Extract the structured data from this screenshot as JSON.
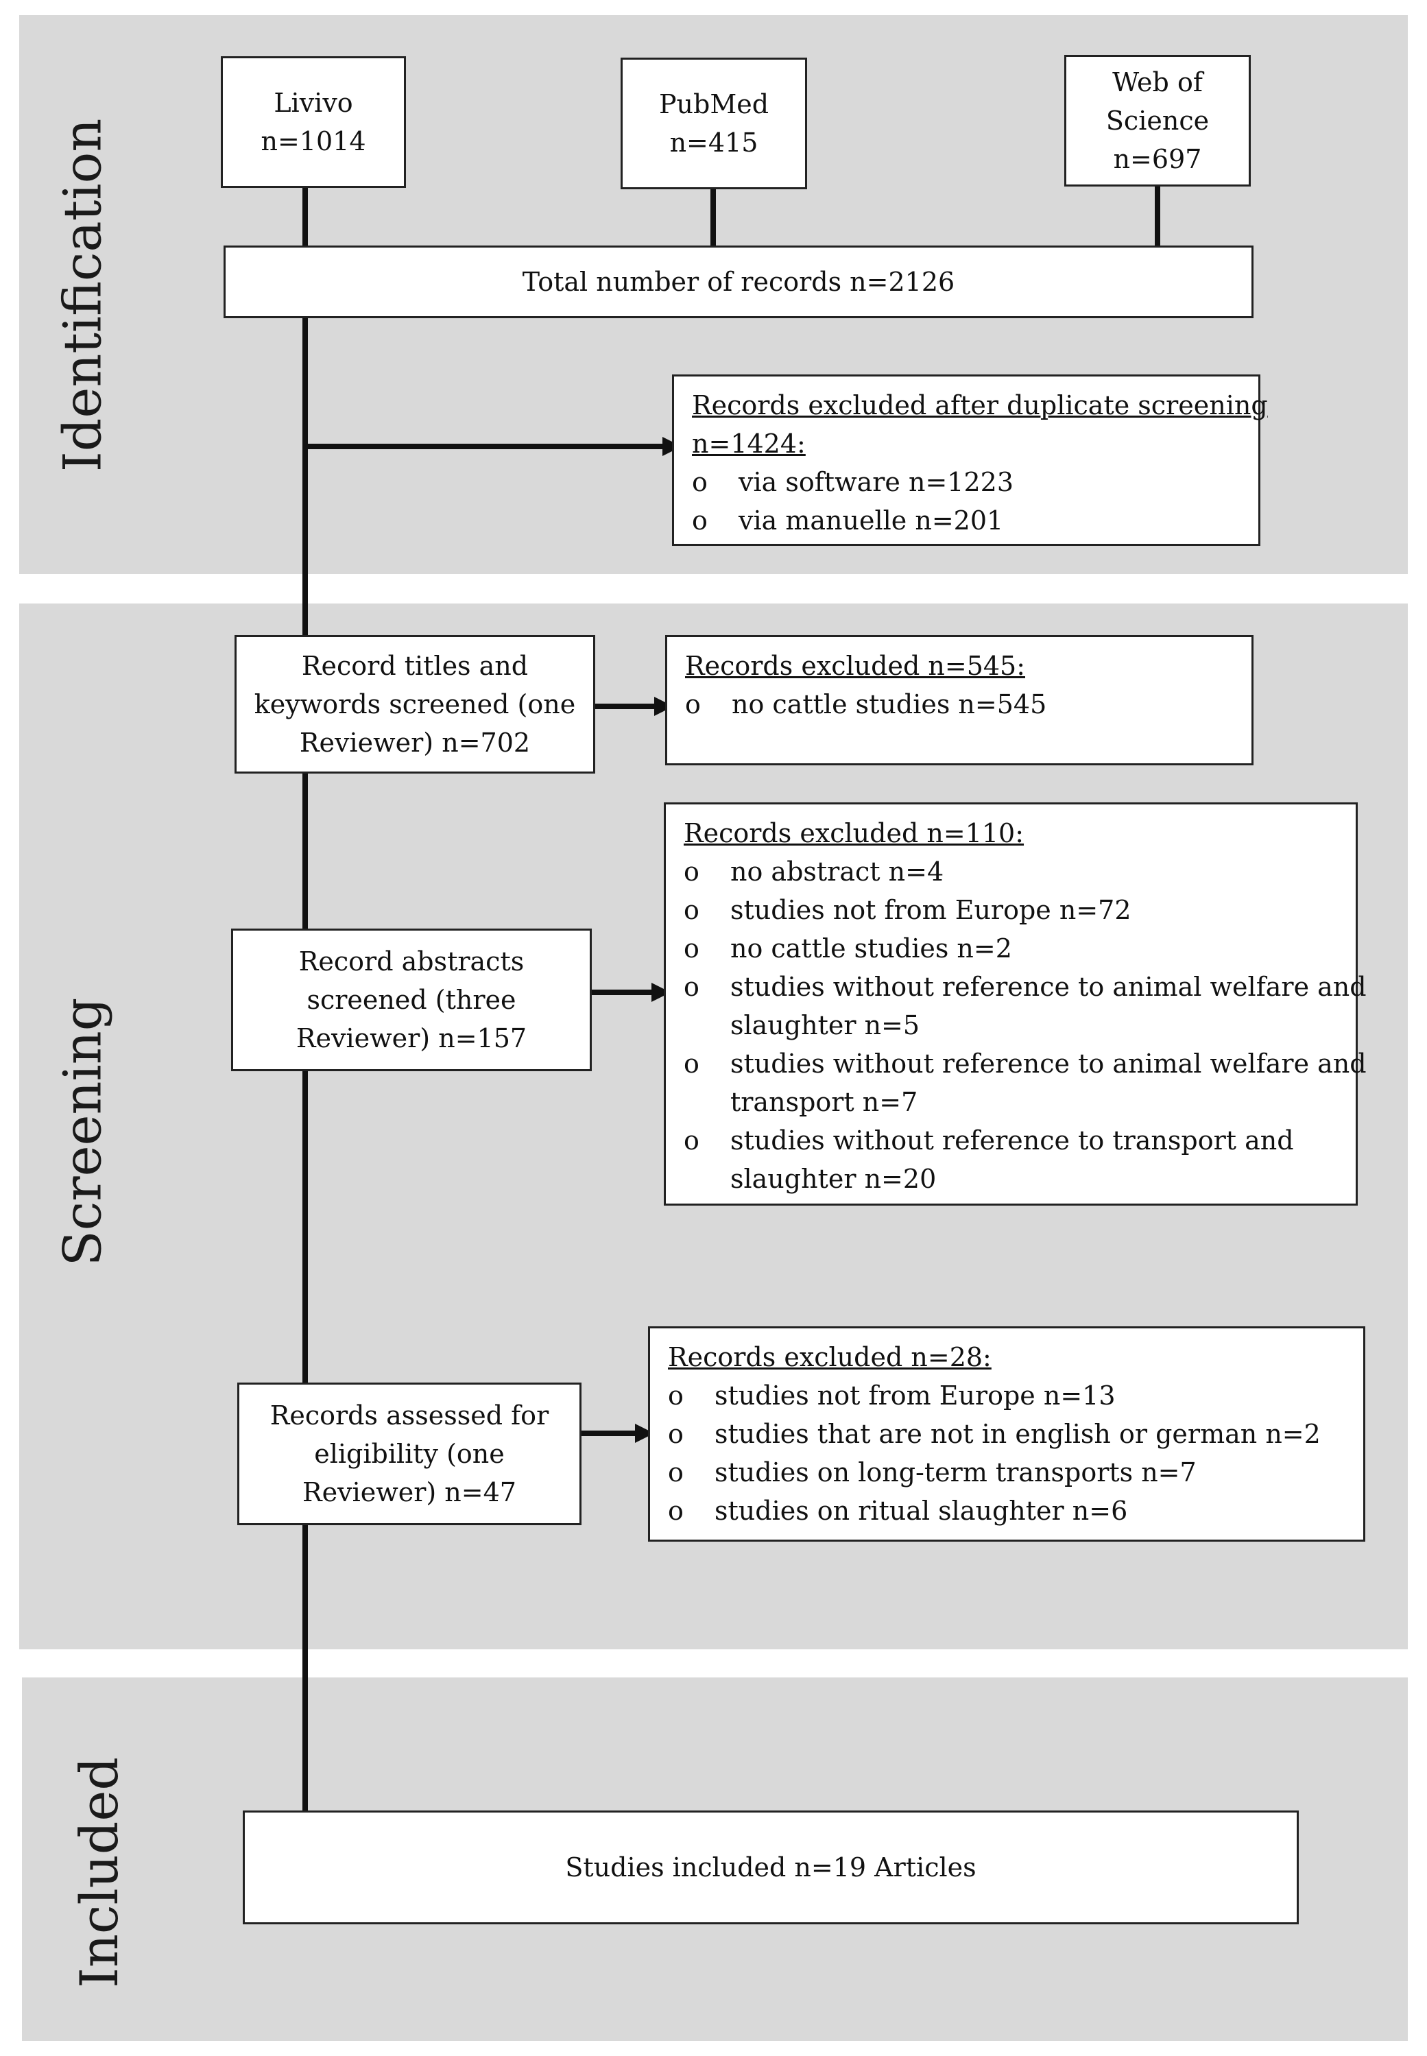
{
  "stages": {
    "identification": "Identification",
    "screening": "Screening",
    "included": "Included"
  },
  "sources": [
    {
      "name": "Livivo",
      "count": "n=1014"
    },
    {
      "name": "PubMed",
      "count": "n=415"
    },
    {
      "name": "Web of",
      "name2": "Science",
      "count": "n=697"
    }
  ],
  "total": "Total number of records n=2126",
  "duplicates": {
    "head1": "Records excluded after duplicate screening",
    "head2": "n=1424:",
    "items": [
      "via software n=1223",
      "via manuelle n=201"
    ]
  },
  "titles_screen": {
    "lines": [
      "Record titles and",
      "keywords screened (one",
      "Reviewer) n=702"
    ]
  },
  "titles_excl": {
    "head": "Records excluded n=545:",
    "items": [
      "no cattle studies n=545"
    ]
  },
  "abstract_screen": {
    "lines": [
      "Record abstracts",
      "screened (three",
      "Reviewer) n=157"
    ]
  },
  "abstract_excl": {
    "head": "Records excluded n=110:",
    "items": [
      {
        "l1": "no abstract n=4"
      },
      {
        "l1": "studies not from Europe n=72"
      },
      {
        "l1": "no cattle studies n=2"
      },
      {
        "l1": "studies without reference to animal welfare and",
        "l2": "slaughter n=5"
      },
      {
        "l1": "studies without reference to animal welfare and",
        "l2": "transport n=7"
      },
      {
        "l1": "studies without reference to transport and",
        "l2": "slaughter n=20"
      }
    ]
  },
  "eligibility": {
    "lines": [
      "Records assessed for",
      "eligibility (one",
      "Reviewer) n=47"
    ]
  },
  "eligibility_excl": {
    "head": "Records excluded n=28:",
    "items": [
      "studies not from Europe n=13",
      "studies that are not in english or german n=2",
      "studies on long-term transports n=7",
      "studies on ritual slaughter n=6"
    ]
  },
  "bullet": "o",
  "included": "Studies included n=19 Articles"
}
